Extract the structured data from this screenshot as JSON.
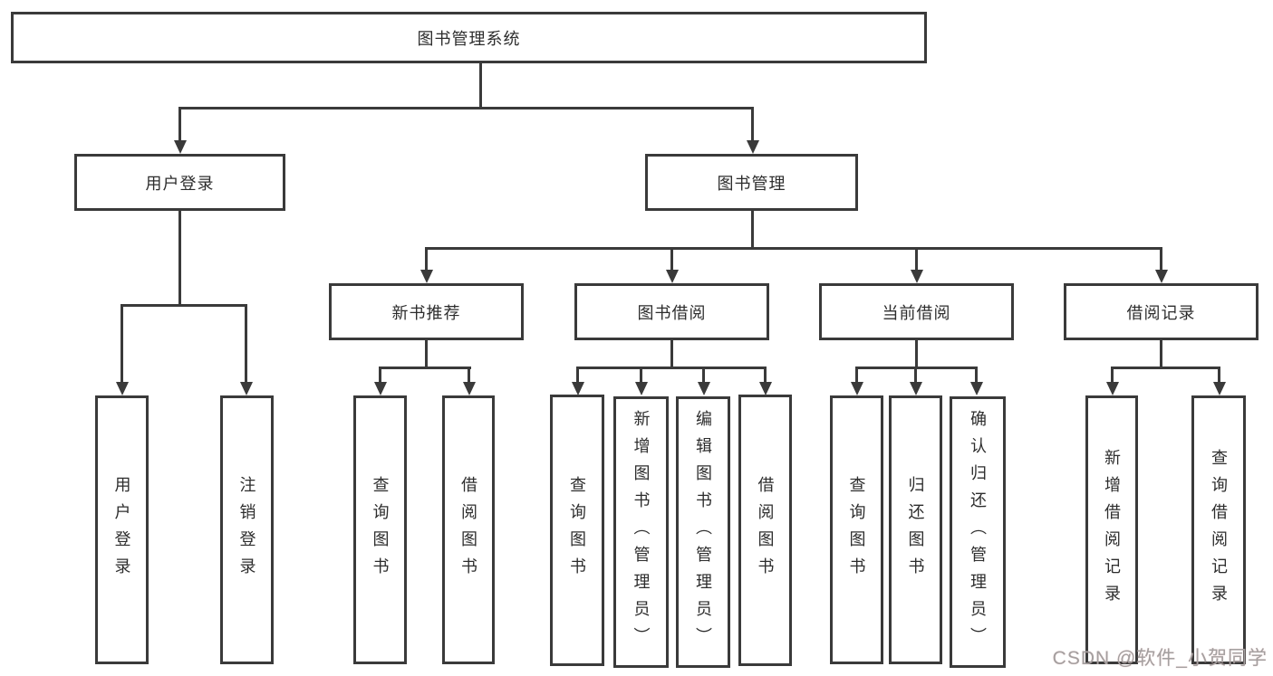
{
  "tree": {
    "root": {
      "label": "图书管理系统"
    },
    "level2": [
      {
        "label": "用户登录",
        "children": [
          {
            "label": "用户登录"
          },
          {
            "label": "注销登录"
          }
        ]
      },
      {
        "label": "图书管理",
        "children": [
          {
            "label": "新书推荐",
            "children": [
              {
                "label": "查询图书"
              },
              {
                "label": "借阅图书"
              }
            ]
          },
          {
            "label": "图书借阅",
            "children": [
              {
                "label": "查询图书"
              },
              {
                "label": "新增图书（管理员）"
              },
              {
                "label": "编辑图书（管理员）"
              },
              {
                "label": "借阅图书"
              }
            ]
          },
          {
            "label": "当前借阅",
            "children": [
              {
                "label": "查询图书"
              },
              {
                "label": "归还图书"
              },
              {
                "label": "确认归还（管理员）"
              }
            ]
          },
          {
            "label": "借阅记录",
            "children": [
              {
                "label": "新增借阅记录"
              },
              {
                "label": "查询借阅记录"
              }
            ]
          }
        ]
      }
    ]
  },
  "watermark": {
    "text": "CSDN @软件_小贺同学"
  },
  "colors": {
    "line": "#3a3a3a",
    "box_border": "#3a3a3a",
    "box_bg": "#ffffff",
    "text": "#2d2d2d",
    "watermark": "#a3a0a0",
    "background": "#ffffff"
  }
}
